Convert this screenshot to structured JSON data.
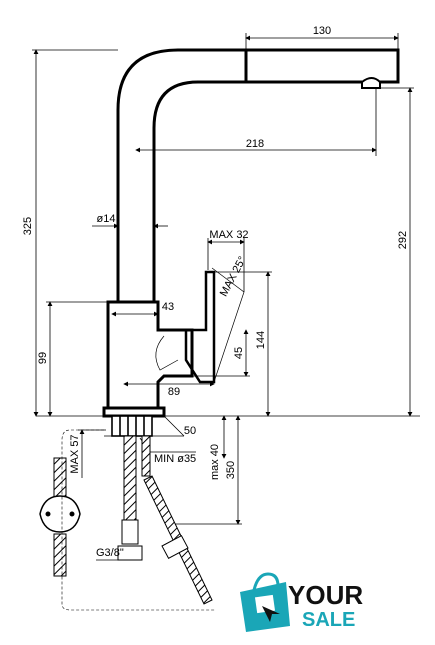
{
  "dimensions": {
    "d130": "130",
    "d218": "218",
    "d325": "325",
    "d292": "292",
    "d14": "ø14",
    "max32": "MAX 32",
    "max25": "MAX 25°",
    "d43": "43",
    "d144": "144",
    "d45": "45",
    "d99": "99",
    "d89": "89",
    "d50": "50",
    "max57": "MAX 57",
    "min35": "MIN ø35",
    "max40": "max 40",
    "d350": "350",
    "g38": "G3/8\""
  },
  "logo": {
    "word1": "YOUR",
    "word2": "SALE",
    "accent_color": "#1aa6b7",
    "icon": "shopping-bag-cursor-icon"
  }
}
